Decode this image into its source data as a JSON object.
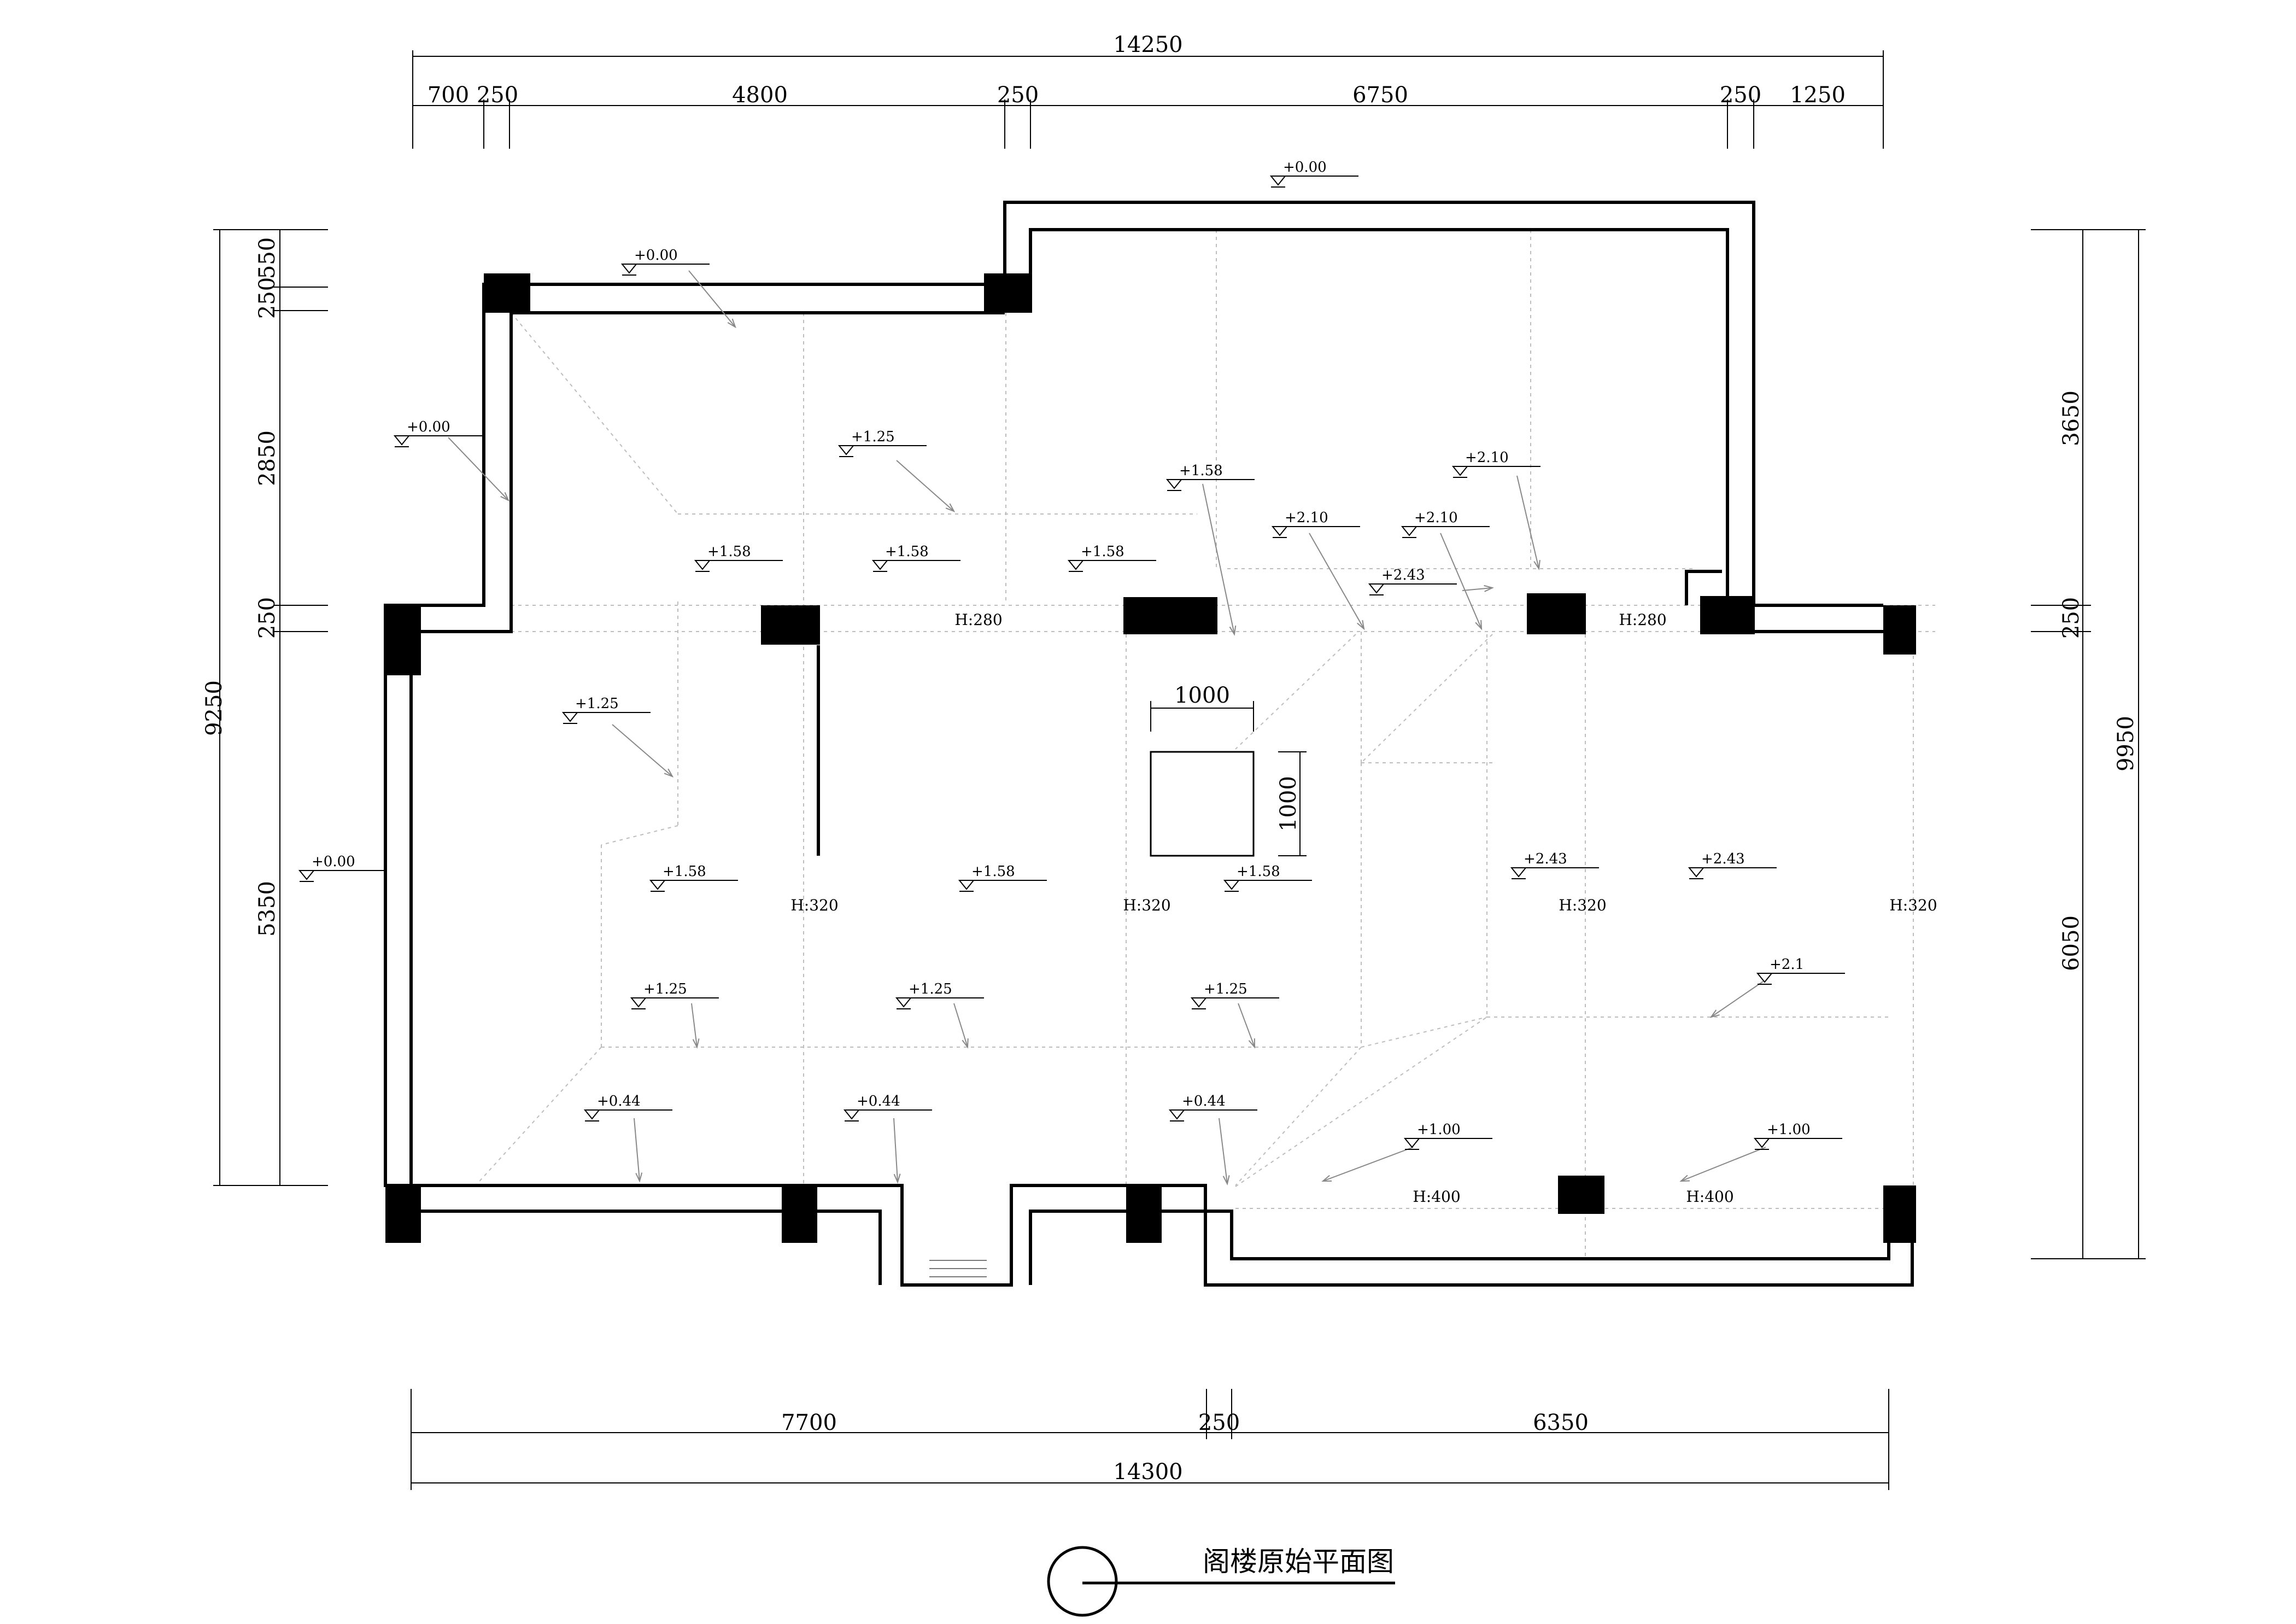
{
  "title": "阁楼原始平面图",
  "top_dimensions": {
    "total": "14250",
    "segments": [
      "700",
      "250",
      "4800",
      "250",
      "6750",
      "250",
      "1250"
    ]
  },
  "bottom_dimensions": {
    "total": "14300",
    "segments": [
      "7700",
      "250",
      "6350"
    ]
  },
  "left_dimensions": {
    "total": "9250",
    "segments": [
      "250",
      "550",
      "2850",
      "250",
      "5350"
    ]
  },
  "right_dimensions": {
    "total": "9950",
    "segments": [
      "3650",
      "250",
      "6050"
    ]
  },
  "opening": {
    "width": "1000",
    "height": "1000"
  },
  "levels": [
    {
      "text": "+0.00"
    },
    {
      "text": "+0.00"
    },
    {
      "text": "+0.00"
    },
    {
      "text": "+0.00"
    },
    {
      "text": "+1.25"
    },
    {
      "text": "+1.58"
    },
    {
      "text": "+1.58"
    },
    {
      "text": "+1.58"
    },
    {
      "text": "+1.58"
    },
    {
      "text": "+2.10"
    },
    {
      "text": "+2.10"
    },
    {
      "text": "+2.10"
    },
    {
      "text": "+2.43"
    },
    {
      "text": "+1.25"
    },
    {
      "text": "+1.58"
    },
    {
      "text": "+1.58"
    },
    {
      "text": "+1.58"
    },
    {
      "text": "+2.43"
    },
    {
      "text": "+2.43"
    },
    {
      "text": "+1.25"
    },
    {
      "text": "+1.25"
    },
    {
      "text": "+1.25"
    },
    {
      "text": "+2.1"
    },
    {
      "text": "+0.44"
    },
    {
      "text": "+0.44"
    },
    {
      "text": "+0.44"
    },
    {
      "text": "+1.00"
    },
    {
      "text": "+1.00"
    }
  ],
  "heights": [
    {
      "text": "H:280"
    },
    {
      "text": "H:280"
    },
    {
      "text": "H:320"
    },
    {
      "text": "H:320"
    },
    {
      "text": "H:320"
    },
    {
      "text": "H:320"
    },
    {
      "text": "H:400"
    },
    {
      "text": "H:400"
    }
  ]
}
